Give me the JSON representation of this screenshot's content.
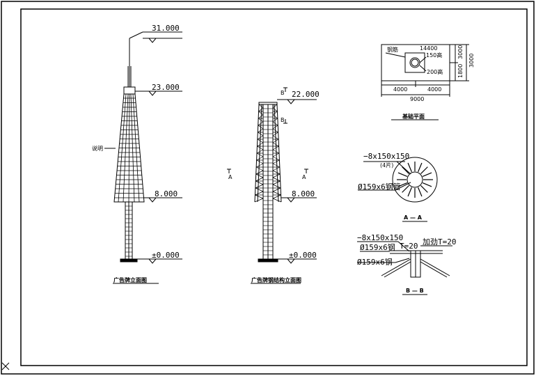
{
  "drawing": {
    "left_elevation": {
      "levels": [
        "31.000",
        "23.000",
        "8.000",
        "±0.000"
      ],
      "side_note": "说明",
      "title": "广告牌立面图"
    },
    "right_elevation": {
      "levels": [
        "22.000",
        "8.000",
        "±0.000"
      ],
      "section_marks": [
        "A",
        "A",
        "B",
        "B"
      ],
      "title": "广告牌钢结构立面图"
    },
    "foundation_plan": {
      "dims_bottom": [
        "4000",
        "4000"
      ],
      "dim_total": "9000",
      "dims_right": [
        "3000",
        "1800",
        "3000"
      ],
      "callouts": [
        "钢筋",
        "14400",
        "150高",
        "200高"
      ],
      "title": "基础平面"
    },
    "section_aa": {
      "plate_label": "−8x150x150",
      "plate_count": "(4片)",
      "pipe_label": "Ø159x6钢管",
      "title": "A — A"
    },
    "section_bb": {
      "plate_label": "−8x150x150",
      "pipe_label_1": "Ø159x6钢",
      "pipe_label_2": "Ø159x6钢",
      "t_label_1": "T=20",
      "t_label_2": "加劲T=20",
      "title": "B — B"
    }
  }
}
